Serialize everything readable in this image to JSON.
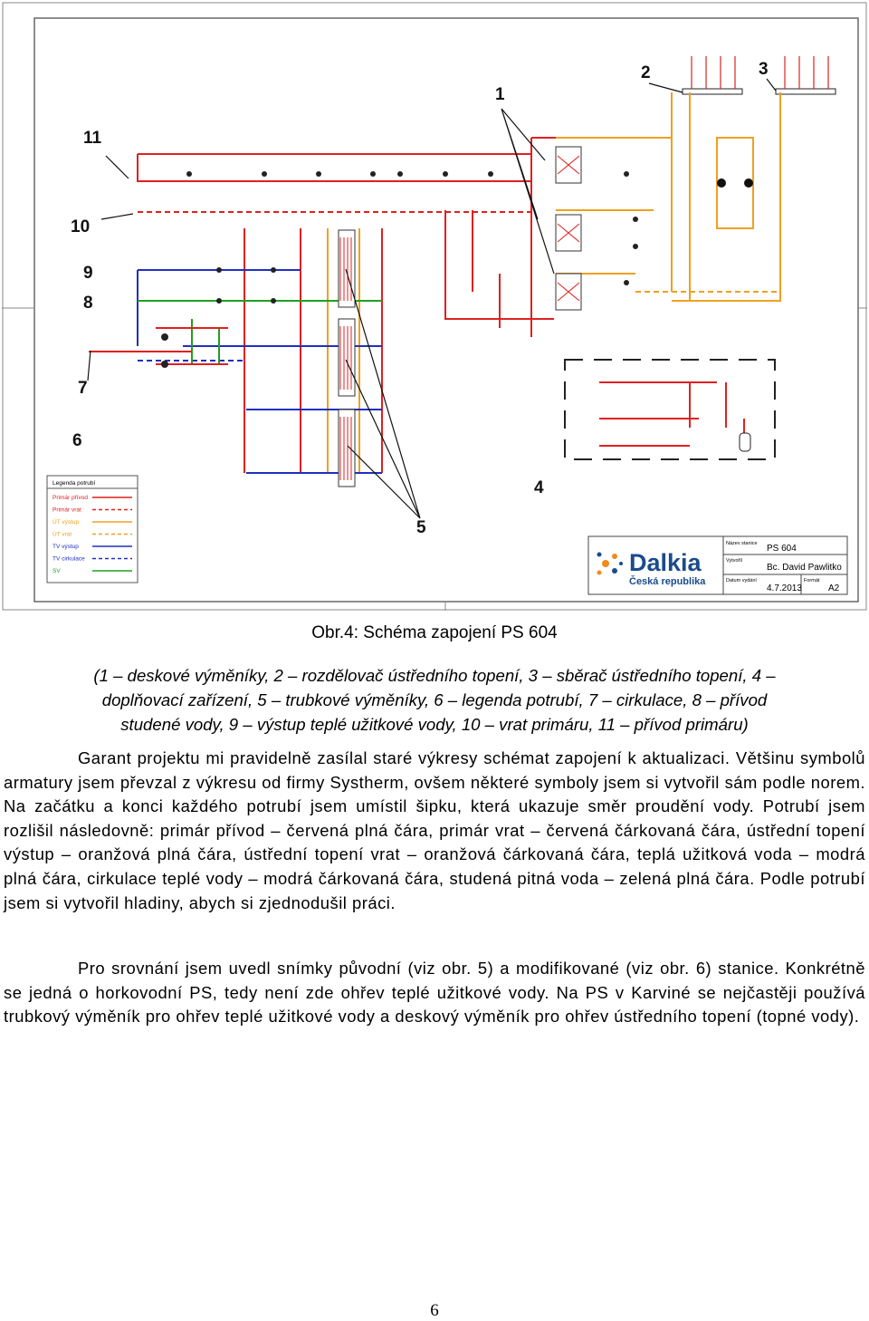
{
  "figure": {
    "callouts": [
      "1",
      "2",
      "3",
      "4",
      "5",
      "6",
      "7",
      "8",
      "9",
      "10",
      "11"
    ],
    "legend": {
      "title": "Legenda potrubí",
      "items": [
        {
          "label": "Primár přívod",
          "color": "#e02020",
          "dashed": false
        },
        {
          "label": "Primár vrat",
          "color": "#e02020",
          "dashed": true
        },
        {
          "label": "ÚT výstup",
          "color": "#f0a020",
          "dashed": false
        },
        {
          "label": "ÚT vrat",
          "color": "#f0a020",
          "dashed": true
        },
        {
          "label": "TV výstup",
          "color": "#2030c0",
          "dashed": false
        },
        {
          "label": "TV cirkulace",
          "color": "#2030c0",
          "dashed": true
        },
        {
          "label": "SV",
          "color": "#20a020",
          "dashed": false
        }
      ]
    },
    "title_block": {
      "brand": "Dalkia",
      "brand_sub": "Česká republika",
      "label_station": "Název stanice",
      "value_station": "PS 604",
      "label_author": "Vytvořil",
      "value_author": "Bc. David Pawlitko",
      "label_date": "Datum vydání",
      "value_date": "4.7.2013",
      "label_format": "Formát",
      "value_format": "A2"
    },
    "colors": {
      "red": "#e02020",
      "orange": "#f0a020",
      "blue": "#2030c0",
      "green": "#20a020",
      "brand_blue": "#1a4b8c",
      "brand_orange": "#f08a1c"
    }
  },
  "caption": {
    "title": "Obr.4: Schéma zapojení PS 604",
    "legend_lines": [
      "(1 – deskové výměníky, 2 – rozdělovač ústředního topení, 3 – sběrač ústředního topení, 4 –",
      "doplňovací zařízení, 5 – trubkové výměníky, 6 – legenda potrubí, 7 – cirkulace, 8 – přívod",
      "studené vody, 9 – výstup teplé užitkové vody, 10 – vrat primáru, 11 – přívod primáru)"
    ]
  },
  "body": {
    "paragraph1": "Garant projektu mi pravidelně zasílal staré výkresy schémat zapojení k aktualizaci. Většinu symbolů armatury jsem převzal z výkresu od firmy Systherm, ovšem některé symboly jsem si vytvořil sám podle norem. Na začátku a konci každého potrubí jsem umístil šipku, která ukazuje směr proudění vody. Potrubí jsem rozlišil následovně: primár přívod – červená plná čára, primár vrat – červená čárkovaná čára, ústřední topení výstup – oranžová plná čára, ústřední topení vrat – oranžová čárkovaná čára, teplá užitková voda – modrá plná čára, cirkulace teplé vody – modrá čárkovaná čára, studená pitná voda – zelená plná čára. Podle potrubí jsem si vytvořil hladiny, abych si zjednodušil práci.",
    "paragraph2": "Pro srovnání jsem uvedl snímky původní (viz obr. 5) a modifikované (viz obr. 6) stanice. Konkrétně se jedná o horkovodní PS, tedy není zde ohřev teplé užitkové vody. Na PS v Karviné se nejčastěji používá trubkový výměník pro ohřev teplé užitkové vody a deskový výměník pro ohřev ústředního topení (topné vody)."
  },
  "page_number": "6"
}
